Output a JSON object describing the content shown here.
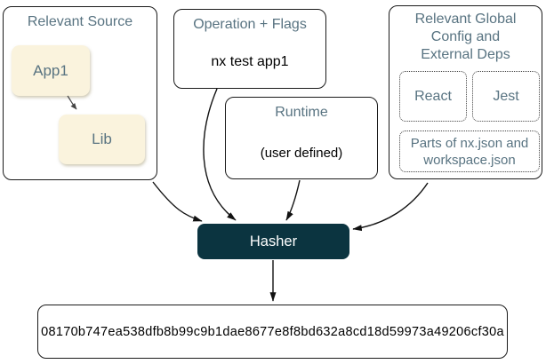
{
  "colors": {
    "title": "#587381",
    "border": "#1a1a1a",
    "card_bg": "#faf3dd",
    "hasher_bg": "#0b3440",
    "hasher_text": "#ffffff"
  },
  "relevant_source": {
    "title": "Relevant Source",
    "nodes": [
      "App1",
      "Lib"
    ]
  },
  "operation": {
    "title": "Operation + Flags",
    "command": "nx test app1"
  },
  "runtime": {
    "title": "Runtime",
    "value": "(user defined)"
  },
  "global_config": {
    "title": "Relevant Global\nConfig and\nExternal Deps",
    "deps": [
      "React",
      "Jest"
    ],
    "config_files": "Parts of nx.json and\nworkspace.json"
  },
  "hasher": {
    "label": "Hasher"
  },
  "output": {
    "hash": "08170b747ea538dfb8b99c9b1dae8677e8f8bd632a8cd18d59973a49206cf30a"
  }
}
